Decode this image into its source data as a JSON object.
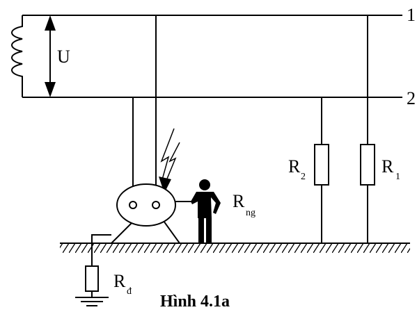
{
  "labels": {
    "line1": "1",
    "line2": "2",
    "voltage": "U",
    "r2_main": "R",
    "r2_sub": "2",
    "r1_main": "R",
    "r1_sub": "1",
    "rng_main": "R",
    "rng_sub": "ng",
    "rd_main": "R",
    "rd_sub": "đ"
  },
  "caption": "Hình 4.1a"
}
